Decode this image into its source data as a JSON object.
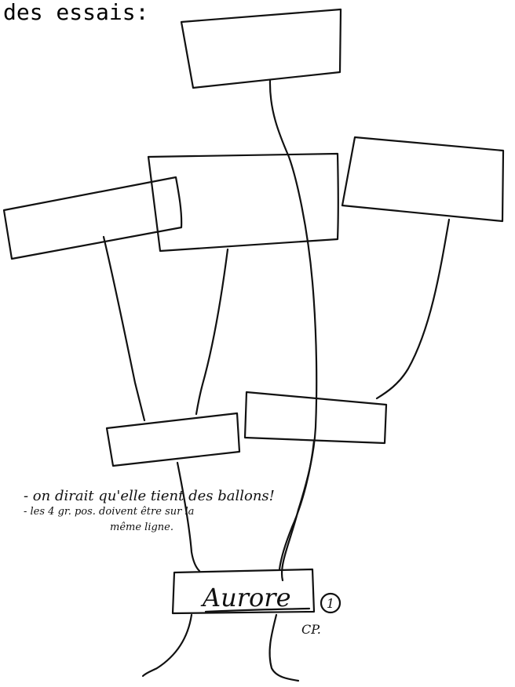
{
  "heading": "des essais:",
  "notes": {
    "line1": "- on dirait qu'elle tient des ballons!",
    "line2": "- les 4 gr. pos. doivent être sur la",
    "line3": "même ligne."
  },
  "bottom_box_label": "Aurore",
  "circled_number": "1",
  "initials": "CP."
}
